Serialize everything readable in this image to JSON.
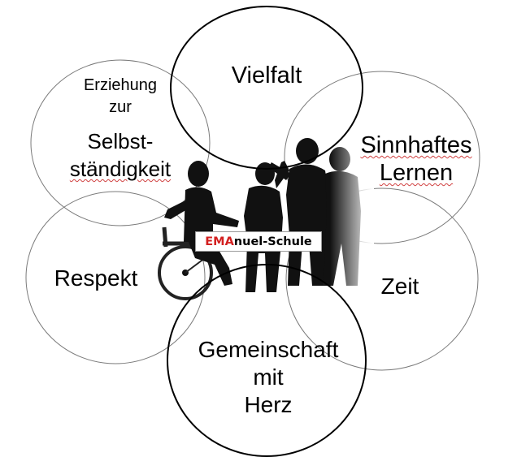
{
  "logo": {
    "text_accent": "EMA",
    "text_rest": "nuel-Schule",
    "accent_color": "#d32020"
  },
  "circles": {
    "erziehung": {
      "lines": [
        "Erziehung",
        "zur"
      ],
      "lines_large": [
        "Selbst-",
        "ständigkeit"
      ]
    },
    "vielfalt": {
      "lines": [
        "Vielfalt"
      ]
    },
    "sinnhaftes_lernen": {
      "lines": [
        "Sinnhaftes",
        "Lernen"
      ]
    },
    "respekt": {
      "lines": [
        "Respekt"
      ]
    },
    "zeit": {
      "lines": [
        "Zeit"
      ]
    },
    "gemeinschaft": {
      "lines": [
        "Gemeinschaft",
        "mit",
        "Herz"
      ]
    }
  },
  "illustration": {
    "icon": "silhouette-children-with-wheelchair-icon"
  }
}
